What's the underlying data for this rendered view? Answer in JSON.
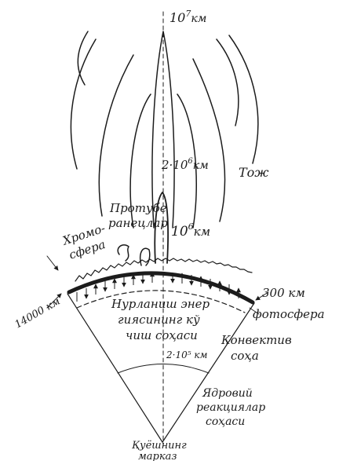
{
  "labels": {
    "top_distance": "10",
    "top_distance_exp": "7",
    "top_distance_unit": "км",
    "mid_distance_prefix": "2·10",
    "mid_distance_exp": "6",
    "mid_distance_unit": "км",
    "low_distance": "10",
    "low_distance_exp": "6",
    "low_distance_unit": "км",
    "corona": "Тож",
    "prominences_line1": "Протубе",
    "prominences_line2": "ранецлар",
    "chromosphere_line1": "Хромо-",
    "chromosphere_line2": "сфера",
    "chromosphere_thickness": "14000 км",
    "photosphere_thickness": "300 км",
    "photosphere": "фотосфера",
    "radiation_zone_line1": "Нурланиш энер",
    "radiation_zone_line2": "гиясининг кў",
    "radiation_zone_line3": "чиш соҳаси",
    "inner_distance": "2·10⁵ км",
    "convection_line1": "Конвектив",
    "convection_line2": "соҳа",
    "nuclear_line1": "Ядровий",
    "nuclear_line2": "реакциялар",
    "nuclear_line3": "соҳаси",
    "core_line1": "Қуёшнинг",
    "core_line2": "марказ"
  }
}
